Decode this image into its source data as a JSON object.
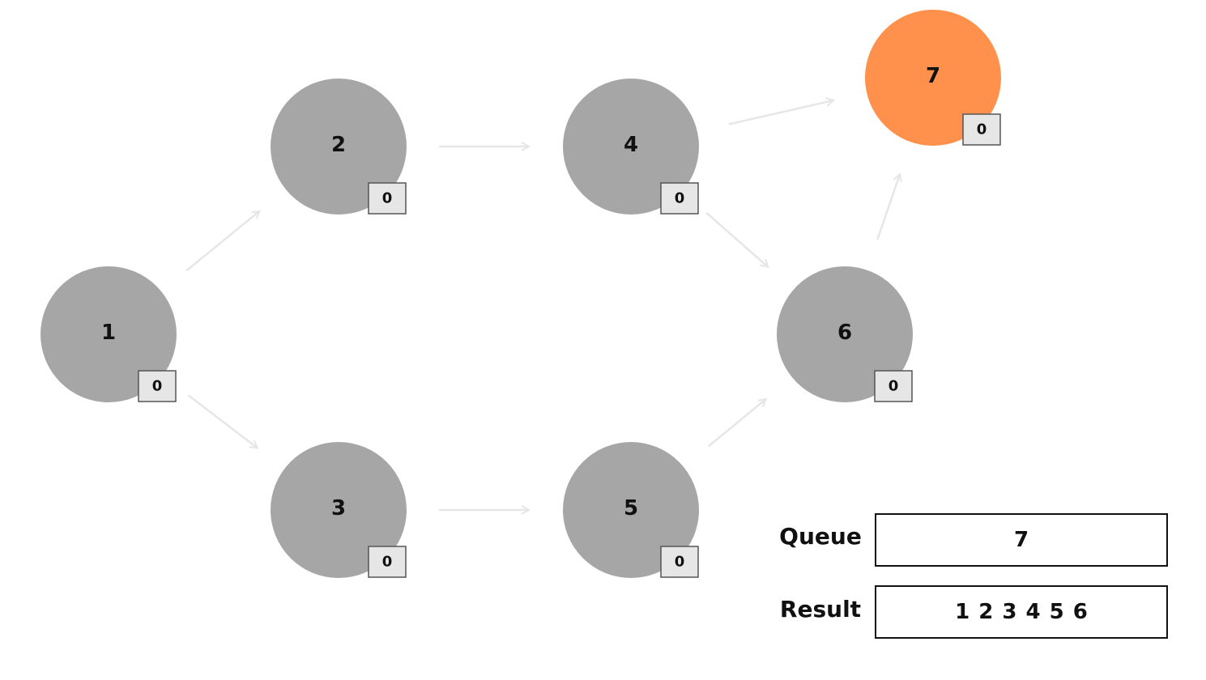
{
  "graph": {
    "nodes": [
      {
        "id": "1",
        "indegree": "0",
        "current": false
      },
      {
        "id": "2",
        "indegree": "0",
        "current": false
      },
      {
        "id": "3",
        "indegree": "0",
        "current": false
      },
      {
        "id": "4",
        "indegree": "0",
        "current": false
      },
      {
        "id": "5",
        "indegree": "0",
        "current": false
      },
      {
        "id": "6",
        "indegree": "0",
        "current": false
      },
      {
        "id": "7",
        "indegree": "0",
        "current": true
      }
    ],
    "edges": [
      {
        "from": "1",
        "to": "2"
      },
      {
        "from": "1",
        "to": "3"
      },
      {
        "from": "2",
        "to": "4"
      },
      {
        "from": "3",
        "to": "5"
      },
      {
        "from": "4",
        "to": "7"
      },
      {
        "from": "4",
        "to": "6"
      },
      {
        "from": "5",
        "to": "6"
      },
      {
        "from": "6",
        "to": "7"
      }
    ],
    "colors": {
      "node": "#a6a6a6",
      "current_node": "#ff914d",
      "edge": "#e6e6e6"
    }
  },
  "panel": {
    "queue_label": "Queue",
    "queue_value": "7",
    "result_label": "Result",
    "result_value": "1 2 3 4 5 6"
  }
}
